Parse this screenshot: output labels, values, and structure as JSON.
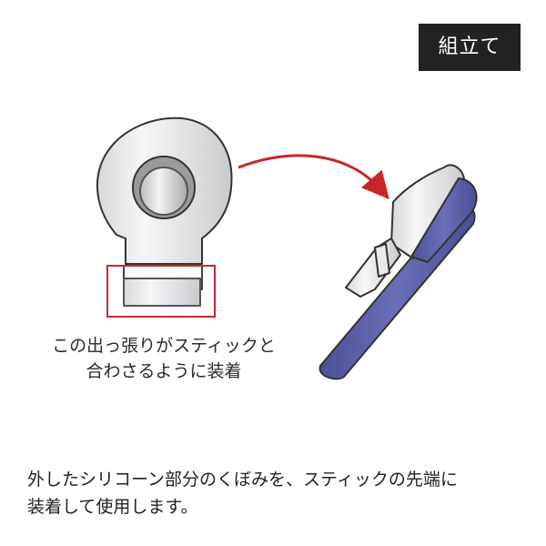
{
  "badge": {
    "label": "組立て"
  },
  "callout": {
    "line1": "この出っ張りがスティックと",
    "line2": "合わさるように装着",
    "highlight_color": "#c8262b"
  },
  "description": {
    "line1": "外したシリコーン部分のくぼみを、スティックの先端に",
    "line2": "装着して使用します。"
  },
  "colors": {
    "stick": "#5b5fa8",
    "arrow": "#c8262b"
  }
}
